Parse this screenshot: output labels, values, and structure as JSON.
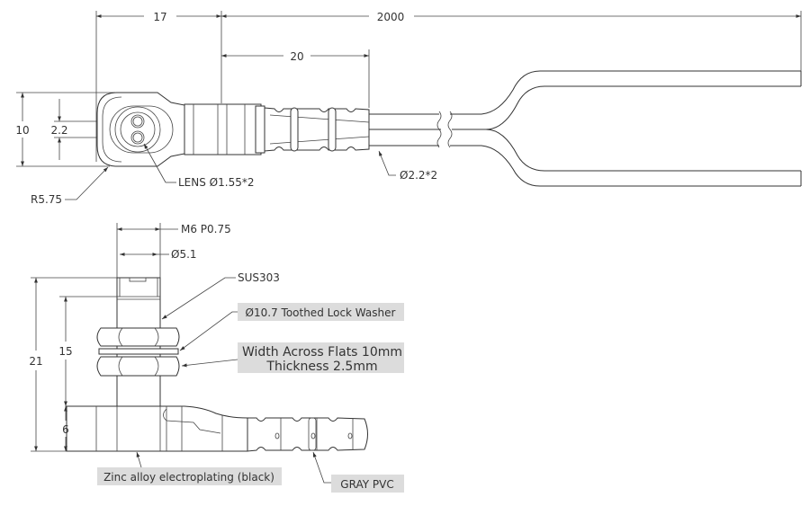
{
  "top_view": {
    "dim_head_length": "17",
    "dim_cable_length": "2000",
    "dim_boot_length": "20",
    "dim_height": "10",
    "dim_lens_pitch": "2.2",
    "lens_label": "LENS Ø1.55*2",
    "radius_label": "R5.75",
    "cable_label": "Ø2.2*2"
  },
  "side_view": {
    "thread_label": "M6 P0.75",
    "diameter_label": "Ø5.1",
    "material_label": "SUS303",
    "washer_label": "Ø10.7 Toothed Lock Washer",
    "nut_label_line1": "Width Across Flats 10mm",
    "nut_label_line2": "Thickness 2.5mm",
    "dim_total_height": "21",
    "dim_thread_height": "15",
    "dim_base_height": "6",
    "housing_label": "Zinc alloy electroplating (black)",
    "boot_label": "GRAY PVC"
  },
  "colors": {
    "line": "#333333",
    "label_box": "#dcdcdc"
  }
}
